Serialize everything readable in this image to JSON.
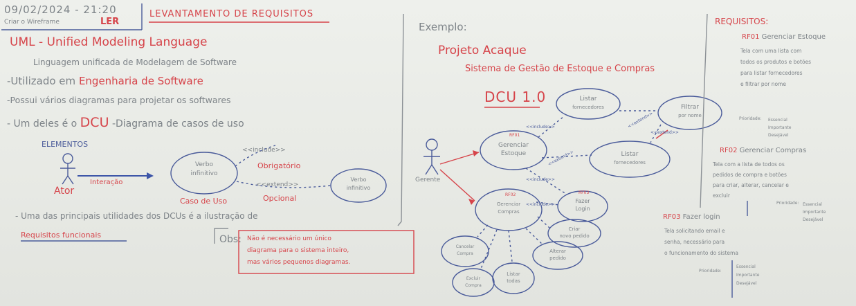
{
  "header": {
    "date": "09/02/2024 - 21:20",
    "subtitle": "Criar o Wireframe",
    "subtitle_tag": "LER",
    "title": "LEVANTAMENTO DE REQUISITOS"
  },
  "left": {
    "uml_title": "UML - Unified Modeling Language",
    "uml_line2": "Linguagem unificada de Modelagem de Software",
    "bullet1_prefix": "-Utilizado em",
    "bullet1_highlight": "Engenharia de Software",
    "bullet2": "-Possui vários diagramas para projetar os softwares",
    "bullet3_prefix": "- Um deles é o",
    "bullet3_highlight": "DCU",
    "bullet3_suffix": "-Diagrama de casos de uso",
    "elements_label": "ELEMENTOS",
    "actor_label": "Ator",
    "interaction_label": "Interação",
    "use_case_text": [
      "Verbo",
      "infinitivo"
    ],
    "use_case_label": "Caso de Uso",
    "include_label": "<<include>>",
    "mandatory_label": "Obrigatório",
    "extend_label": "<<extend>>",
    "optional_label": "Opcional",
    "verb_circle_text": [
      "Verbo",
      "infinitivo"
    ],
    "functions_line1": "- Uma das principais utilidades dos DCUs é a ilustração de",
    "functions_line2": "Requisitos funcionais",
    "obs_label": "Obs:",
    "obs_text": [
      "Não é necessário um único",
      "diagrama para o sistema inteiro,",
      "mas vários pequenos diagramas."
    ]
  },
  "example": {
    "label": "Exemplo:",
    "project": "Projeto Acaque",
    "system": "Sistema de Gestão de Estoque e Compras",
    "dcu": "DCU 1.0",
    "actor": "Gerente",
    "nodes": {
      "listar_fornecedores_top": [
        "Listar",
        "fornecedores"
      ],
      "filtrar": [
        "Filtrar",
        "por nome"
      ],
      "gerenciar_estoque_code": "RF01",
      "gerenciar_estoque": [
        "Gerenciar",
        "Estoque"
      ],
      "listar_fornecedores": [
        "Listar",
        "fornecedores"
      ],
      "gerenciar_compras_code": "RF02",
      "gerenciar_compras": [
        "Gerenciar",
        "Compras"
      ],
      "fazer_login_code": "RF03",
      "fazer_login": [
        "Fazer",
        "Login"
      ],
      "criar_pedido": [
        "Criar",
        "novo pedido"
      ],
      "alterar_pedido": [
        "Alterar",
        "pedido"
      ],
      "cancelar_compra": [
        "Cancelar",
        "Compra"
      ],
      "excluir_compra": [
        "Excluir",
        "Compra"
      ],
      "listar_todas": [
        "Listar",
        "todas"
      ]
    },
    "stereo_include": "<<include>>",
    "stereo_extend": "<<extend>>"
  },
  "requirements": {
    "title": "REQUISITOS:",
    "rf01_code": "RF01",
    "rf01_title": "Gerenciar Estoque",
    "rf01_desc": [
      "Tela com uma lista com",
      "todos os produtos e botões",
      "para listar fornecedores",
      "e filtrar por nome"
    ],
    "rf01_priority_label": "Prioridade:",
    "rf02_code": "RF02",
    "rf02_title": "Gerenciar Compras",
    "rf02_desc": [
      "Tela com a lista de todos os",
      "pedidos de compra e botões",
      "para criar, alterar, cancelar e",
      "excluir"
    ],
    "rf02_priority_label": "Prioridade:",
    "rf03_code": "RF03",
    "rf03_title": "Fazer login",
    "rf03_desc": [
      "Tela solicitando email e",
      "senha, necessário para",
      "o funcionamento do sistema"
    ],
    "rf03_priority_label": "Prioridade:",
    "priority_options": [
      "Essencial",
      "Importante",
      "Desejável"
    ]
  }
}
